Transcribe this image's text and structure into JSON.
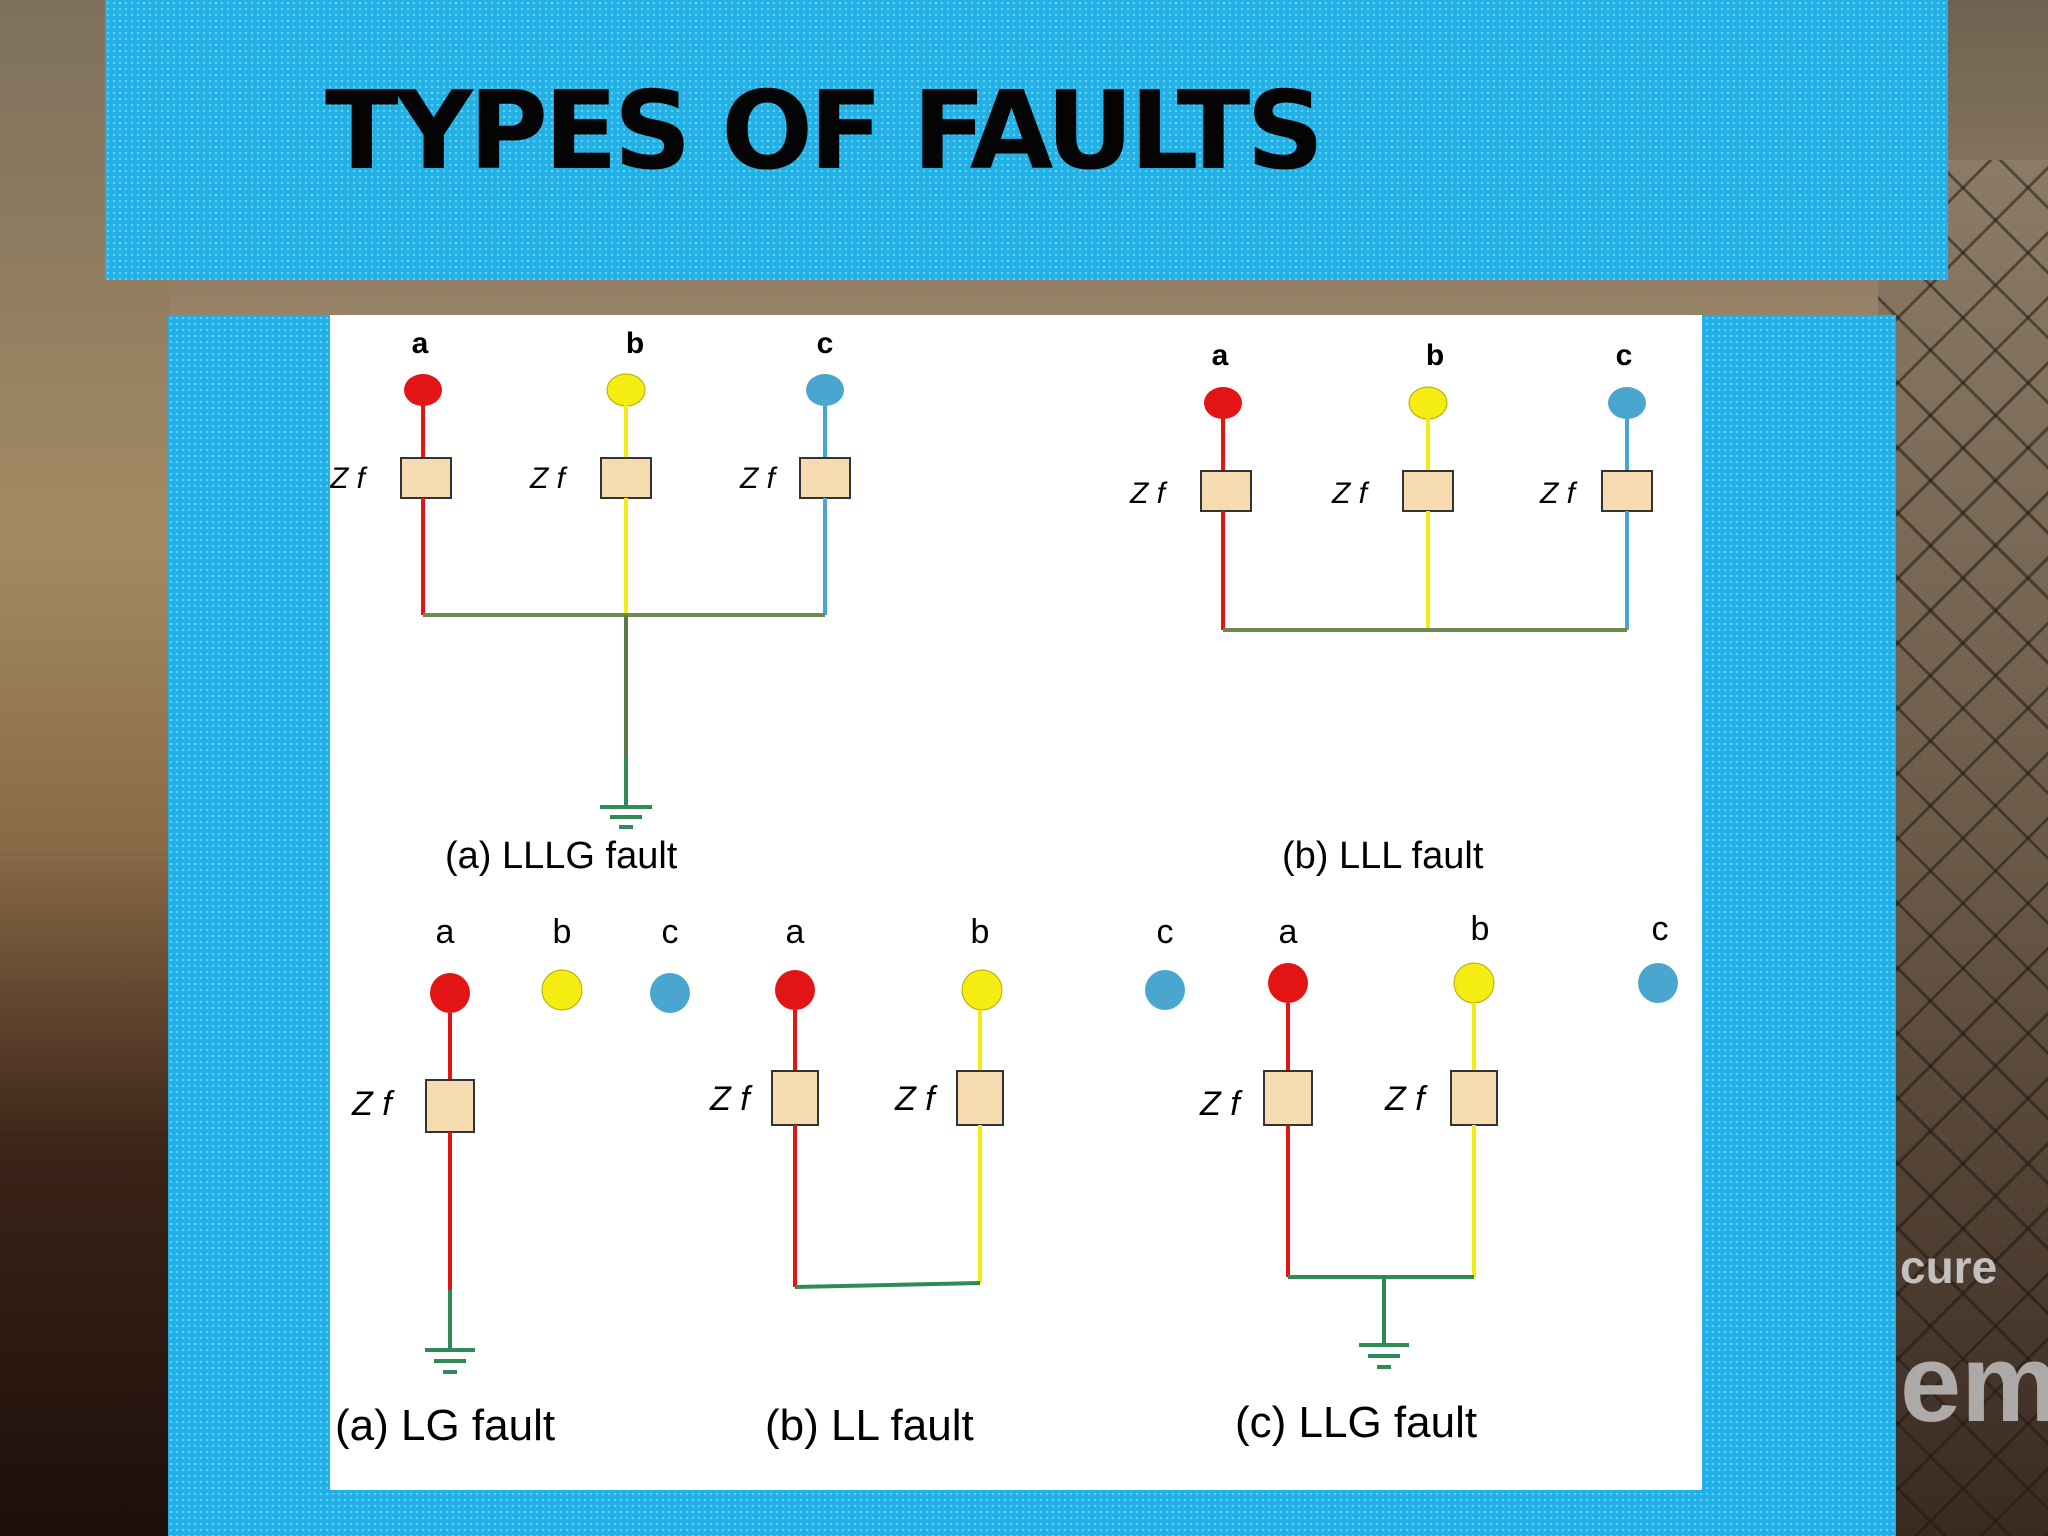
{
  "slide": {
    "title": "TYPES OF FAULTS",
    "background_text": [
      "cure",
      "em"
    ]
  },
  "colors": {
    "phase_a": "#e31414",
    "phase_b": "#f5ec12",
    "phase_c": "#4ba6cf",
    "ground": "#2e8b57",
    "impedance_fill": "#f6dbb0",
    "band": "#21b1e6"
  },
  "diagrams": {
    "top_left": {
      "caption": "(a) LLLG fault",
      "phases": [
        "a",
        "b",
        "c"
      ],
      "impedance_label": "Z f"
    },
    "top_right": {
      "caption": "(b) LLL fault",
      "phases": [
        "a",
        "b",
        "c"
      ],
      "impedance_label": "Z f"
    },
    "bottom_left": {
      "caption": "(a) LG fault",
      "phases": [
        "a",
        "b",
        "c"
      ],
      "impedance_label": "Z f"
    },
    "bottom_middle": {
      "caption": "(b) LL fault",
      "phases": [
        "a",
        "b"
      ],
      "impedance_label": "Z f"
    },
    "bottom_right": {
      "caption": "(c) LLG fault",
      "phases": [
        "c",
        "a",
        "b",
        "c"
      ],
      "impedance_label": "Z f"
    }
  }
}
